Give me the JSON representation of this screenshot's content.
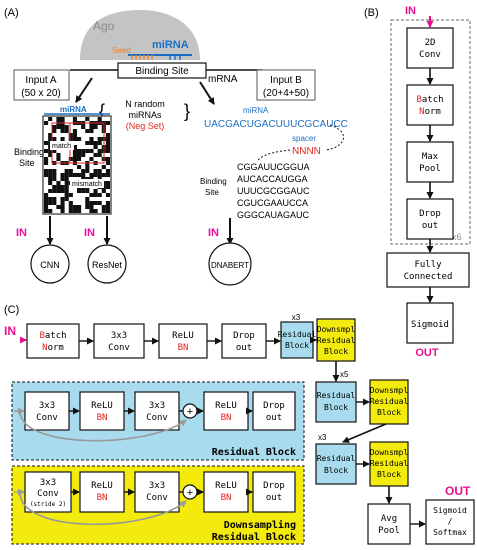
{
  "panel_labels": {
    "a": "(A)",
    "b": "(B)",
    "c": "(C)"
  },
  "colors": {
    "accent_pink": "#e8108e",
    "mirna_blue": "#1a6fc4",
    "neg_red": "#e0251f",
    "seed_orange": "#f0822a",
    "residual_blue": "#a8dbee",
    "downsample_yellow": "#f3eb0e",
    "ago_gray": "#c4c4c4",
    "heatmap_red": "#d8262b"
  },
  "panel_a": {
    "ago": "Ago",
    "mirna": "miRNA",
    "seed": "Seed",
    "binding_site": "Binding Site",
    "mrna": "mRNA",
    "input_a_title": "Input A",
    "input_a_dims": "(50 x 20)",
    "input_b_title": "Input B",
    "input_b_dims": "(20+4+50)",
    "random_l1": "N random",
    "random_l2": "miRNAs",
    "random_l3": "(Neg Set)",
    "heatmap_mirna": "miRNA",
    "heatmap_site_l1": "Binding",
    "heatmap_site_l2": "Site",
    "match": "match",
    "mismatch": "mismatch",
    "seq_mirna_label": "miRNA",
    "seq_mirna": "UACGACUGACUUUCGCAUCC",
    "spacer_label": "spacer",
    "spacer": "NNNN",
    "seq_site_label_l1": "Binding",
    "seq_site_label_l2": "Site",
    "site_lines": [
      "CGGAUUCGGUA",
      "AUCACCAUGGA",
      "UUUCGCGGAUC",
      "CGUCGAAUCCA",
      "GGGCAUAGAUC"
    ],
    "in_label": "IN",
    "models": [
      "CNN",
      "ResNet",
      "DNABERT"
    ]
  },
  "panel_b": {
    "in_label": "IN",
    "out_label": "OUT",
    "repeat": "x6",
    "conv": [
      "2D",
      "Conv"
    ],
    "batchnorm": [
      "Batch",
      "Norm"
    ],
    "maxpool": [
      "Max",
      "Pool"
    ],
    "dropout": [
      "Drop",
      "out"
    ],
    "fully_connected": [
      "Fully",
      "Connected"
    ],
    "sigmoid": "Sigmoid"
  },
  "panel_c": {
    "in_label": "IN",
    "out_label": "OUT",
    "batchnorm": [
      "Batch",
      "Norm"
    ],
    "conv": [
      "3x3",
      "Conv"
    ],
    "relu": [
      "ReLU",
      "BN"
    ],
    "dropout": [
      "Drop",
      "out"
    ],
    "residual_block": [
      "Residual",
      "Block"
    ],
    "downsample_block": [
      "Downsmpl",
      "Residual",
      "Block"
    ],
    "repeat_top": "x3",
    "repeat_mid": "x5",
    "repeat_bottom": "x3",
    "avgpool": [
      "Avg",
      "Pool"
    ],
    "output": [
      "Sigmoid",
      "/",
      "Softmax"
    ],
    "conv_stride_l1": "3x3",
    "conv_stride_l2": "Conv",
    "conv_stride_l3": "(stride 2)",
    "plus": "+",
    "residual_caption": "Residual Block",
    "downsample_caption_l1": "Downsampling",
    "downsample_caption_l2": "Residual Block"
  }
}
